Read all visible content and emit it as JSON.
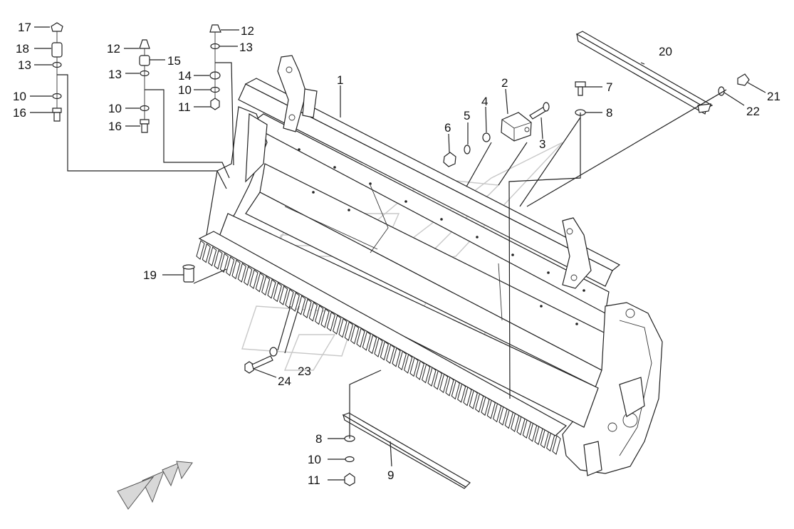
{
  "callouts": [
    {
      "id": "c17a",
      "label": "17"
    },
    {
      "id": "c18",
      "label": "18"
    },
    {
      "id": "c13a",
      "label": "13"
    },
    {
      "id": "c10a",
      "label": "10"
    },
    {
      "id": "c16a",
      "label": "16"
    },
    {
      "id": "c12a",
      "label": "12"
    },
    {
      "id": "c15",
      "label": "15"
    },
    {
      "id": "c13b",
      "label": "13"
    },
    {
      "id": "c10b",
      "label": "10"
    },
    {
      "id": "c16b",
      "label": "16"
    },
    {
      "id": "c12b",
      "label": "12"
    },
    {
      "id": "c13c",
      "label": "13"
    },
    {
      "id": "c14",
      "label": "14"
    },
    {
      "id": "c10c",
      "label": "10"
    },
    {
      "id": "c11a",
      "label": "11"
    },
    {
      "id": "c1",
      "label": "1"
    },
    {
      "id": "c2",
      "label": "2"
    },
    {
      "id": "c3",
      "label": "3"
    },
    {
      "id": "c4",
      "label": "4"
    },
    {
      "id": "c5",
      "label": "5"
    },
    {
      "id": "c6",
      "label": "6"
    },
    {
      "id": "c7",
      "label": "7"
    },
    {
      "id": "c8a",
      "label": "8"
    },
    {
      "id": "c20",
      "label": "20"
    },
    {
      "id": "c21",
      "label": "21"
    },
    {
      "id": "c22",
      "label": "22"
    },
    {
      "id": "c19",
      "label": "19"
    },
    {
      "id": "c23",
      "label": "23"
    },
    {
      "id": "c24",
      "label": "24"
    },
    {
      "id": "c8b",
      "label": "8"
    },
    {
      "id": "c10d",
      "label": "10"
    },
    {
      "id": "c11b",
      "label": "11"
    },
    {
      "id": "c9",
      "label": "9"
    }
  ],
  "icons": {
    "direction_arrow": "direction-arrow-icon",
    "watermark": "watermark-logo"
  },
  "colors": {
    "line": "#222222",
    "watermark": "#c8c8c8",
    "background": "#ffffff"
  }
}
